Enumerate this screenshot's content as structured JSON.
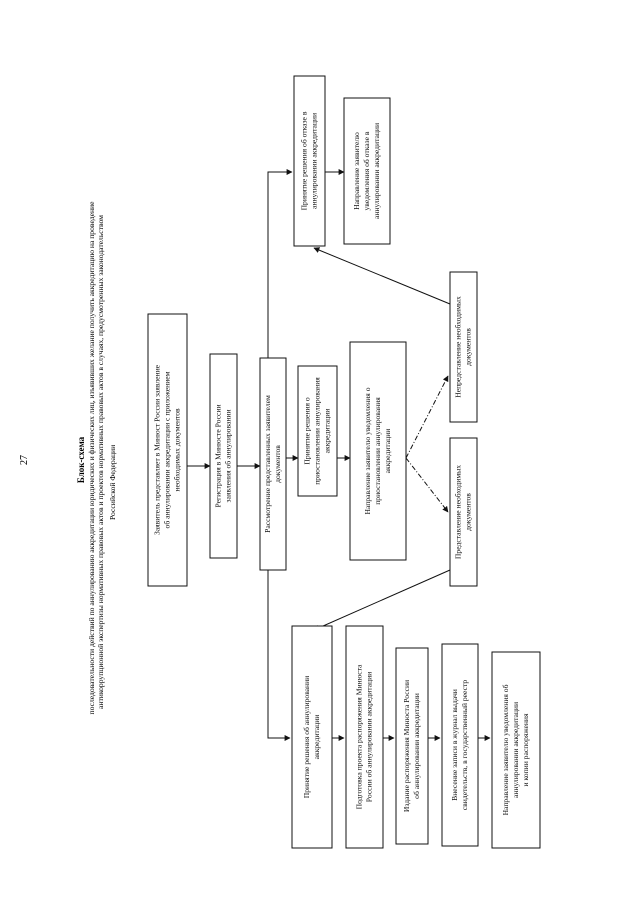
{
  "page_number": "27",
  "title": "Блок-схема",
  "subtitle": [
    "последовательности действий по аннулированию аккредитации юридических и физических лиц, изъявивших желание получить аккредитацию на проведение",
    "антикоррупционной экспертизы нормативных правовых актов и проектов нормативных правовых актов в случаях, предусмотренных законодательством",
    "Российской Федерации"
  ],
  "boxes": {
    "submit": [
      "Заявитель представляет в Минюст России заявление",
      "об аннулировании аккредитации с приложением",
      "необходимых документов"
    ],
    "register": [
      "Регистрация в Минюсте России",
      "заявления об аннулировании"
    ],
    "review": [
      "Рассмотрение представленных заявителем",
      "документов"
    ],
    "decision_suspend": [
      "Принятие решения о",
      "приостановлении аннулирования",
      "аккредитации"
    ],
    "notify_suspend": [
      "Направление заявителю уведомления о",
      "приостановлении аннулирования",
      "аккредитации"
    ],
    "docs_provided": [
      "Представление необходимых",
      "документов"
    ],
    "docs_not_provided": [
      "Непредставление необходимых",
      "документов"
    ],
    "decision_refuse": [
      "Принятие решения об отказе в",
      "аннулировании аккредитации"
    ],
    "notify_refuse": [
      "Направление заявителю",
      "уведомления об отказе в",
      "аннулировании аккредитации"
    ],
    "decision_annul": [
      "Принятие решения об аннулировании",
      "аккредитации"
    ],
    "prepare_order": [
      "Подготовка проекта распоряжения Минюста",
      "России об аннулировании аккредитации"
    ],
    "issue_order": [
      "Издание распоряжения Минюста России",
      "об аннулировании аккредитации"
    ],
    "journal_entry": [
      "Внесение записи в журнал выдачи",
      "свидетельств, в государственный реестр"
    ],
    "notify_annul": [
      "Направление заявителю уведомления об",
      "аннулировании аккредитации",
      "и копии распоряжения"
    ]
  }
}
